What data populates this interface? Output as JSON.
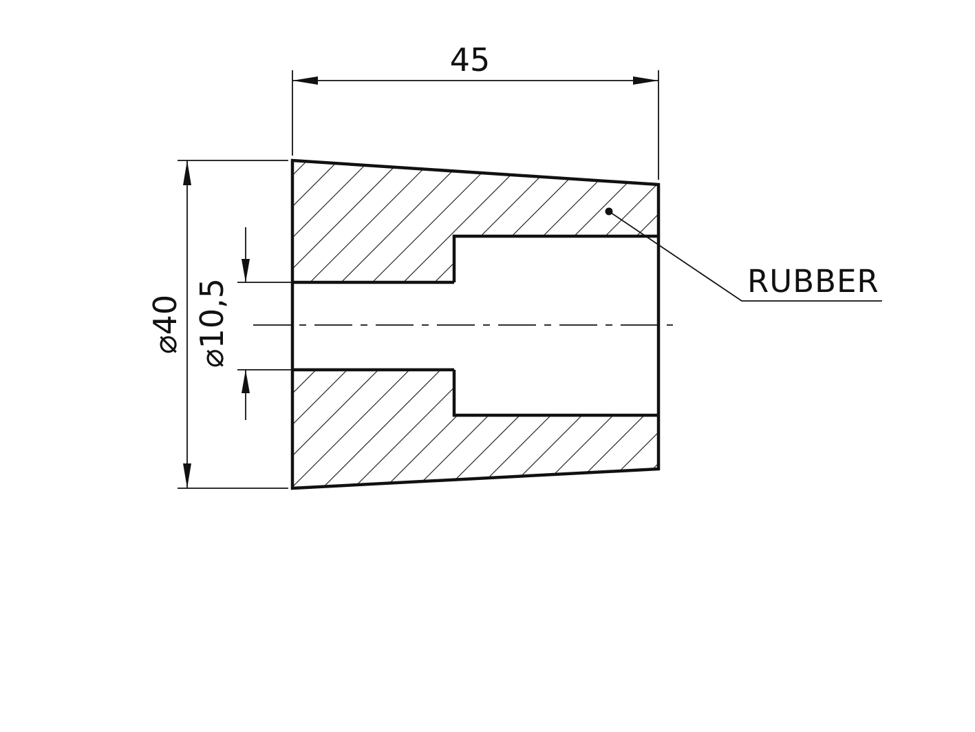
{
  "drawing": {
    "type": "engineering-section-view",
    "part_label": "RUBBER",
    "dimensions": {
      "length": "45",
      "outer_diameter": "⌀40",
      "bore_diameter": "⌀10,5"
    },
    "colors": {
      "line": "#111111",
      "background": "#ffffff"
    }
  }
}
